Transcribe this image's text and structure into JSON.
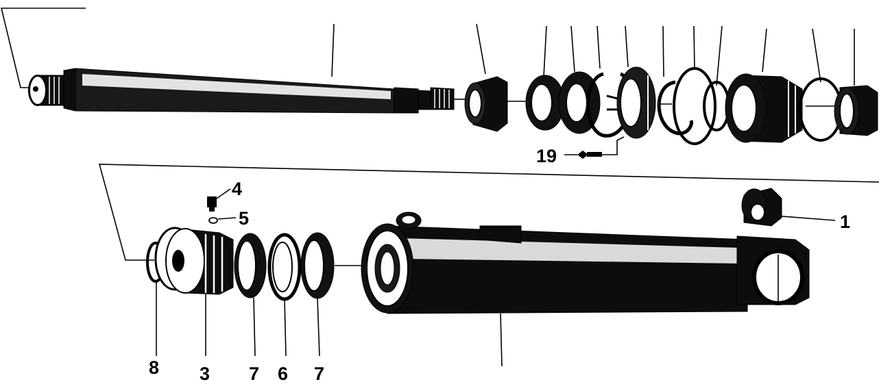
{
  "callouts": {
    "c1": "1",
    "c3": "3",
    "c4": "4",
    "c5": "5",
    "c6": "6",
    "c7a": "7",
    "c7b": "7",
    "c8": "8",
    "c19": "19"
  }
}
